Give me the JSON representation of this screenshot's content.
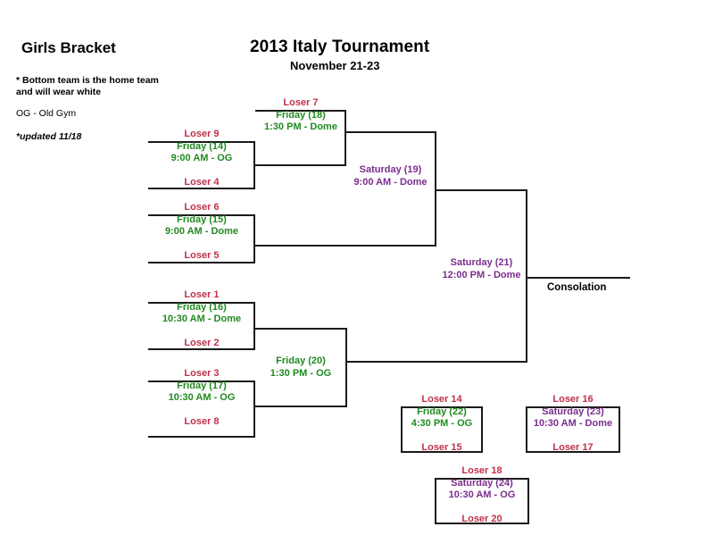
{
  "header": {
    "bracket_name": "Girls Bracket",
    "title": "2013 Italy Tournament",
    "subtitle": "November 21-23",
    "note_line_1": "* Bottom team is the home team",
    "note_line_2": "and will wear white",
    "gym_key": "OG - Old Gym",
    "updated": "*updated 11/18"
  },
  "colors": {
    "team": "#C0304A",
    "friday": "#1F8A1F",
    "saturday": "#7B2D8E",
    "line": "#1a1a1a",
    "text": "#000000"
  },
  "labels": {
    "consolation": "Consolation"
  },
  "games": [
    {
      "id": "game-14",
      "top_team": "Loser 9",
      "day": "Friday (14)",
      "time_venue": "9:00 AM - OG",
      "bottom_team": "Loser 4",
      "day_color": "green"
    },
    {
      "id": "game-18",
      "top_team": "Loser 7",
      "day": "Friday (18)",
      "time_venue": "1:30 PM - Dome",
      "bottom_team": "",
      "day_color": "green"
    },
    {
      "id": "game-15",
      "top_team": "Loser 6",
      "day": "Friday (15)",
      "time_venue": "9:00 AM - Dome",
      "bottom_team": "Loser 5",
      "day_color": "green"
    },
    {
      "id": "game-19",
      "top_team": "",
      "day": "Saturday (19)",
      "time_venue": "9:00 AM - Dome",
      "bottom_team": "",
      "day_color": "purple"
    },
    {
      "id": "game-16",
      "top_team": "Loser 1",
      "day": "Friday (16)",
      "time_venue": "10:30 AM - Dome",
      "bottom_team": "Loser 2",
      "day_color": "green"
    },
    {
      "id": "game-17",
      "top_team": "Loser 3",
      "day": "Friday (17)",
      "time_venue": "10:30 AM - OG",
      "bottom_team": "Loser 8",
      "day_color": "green"
    },
    {
      "id": "game-20",
      "top_team": "",
      "day": "Friday (20)",
      "time_venue": "1:30 PM - OG",
      "bottom_team": "",
      "day_color": "green"
    },
    {
      "id": "game-21",
      "top_team": "",
      "day": "Saturday (21)",
      "time_venue": "12:00 PM - Dome",
      "bottom_team": "",
      "day_color": "purple"
    },
    {
      "id": "game-22",
      "top_team": "Loser 14",
      "day": "Friday (22)",
      "time_venue": "4:30 PM - OG",
      "bottom_team": "Loser 15",
      "day_color": "green"
    },
    {
      "id": "game-23",
      "top_team": "Loser 16",
      "day": "Saturday (23)",
      "time_venue": "10:30 AM - Dome",
      "bottom_team": "Loser 17",
      "day_color": "purple"
    },
    {
      "id": "game-24",
      "top_team": "Loser 18",
      "day": "Saturday (24)",
      "time_venue": "10:30 AM - OG",
      "bottom_team": "Loser 20",
      "day_color": "purple"
    }
  ]
}
